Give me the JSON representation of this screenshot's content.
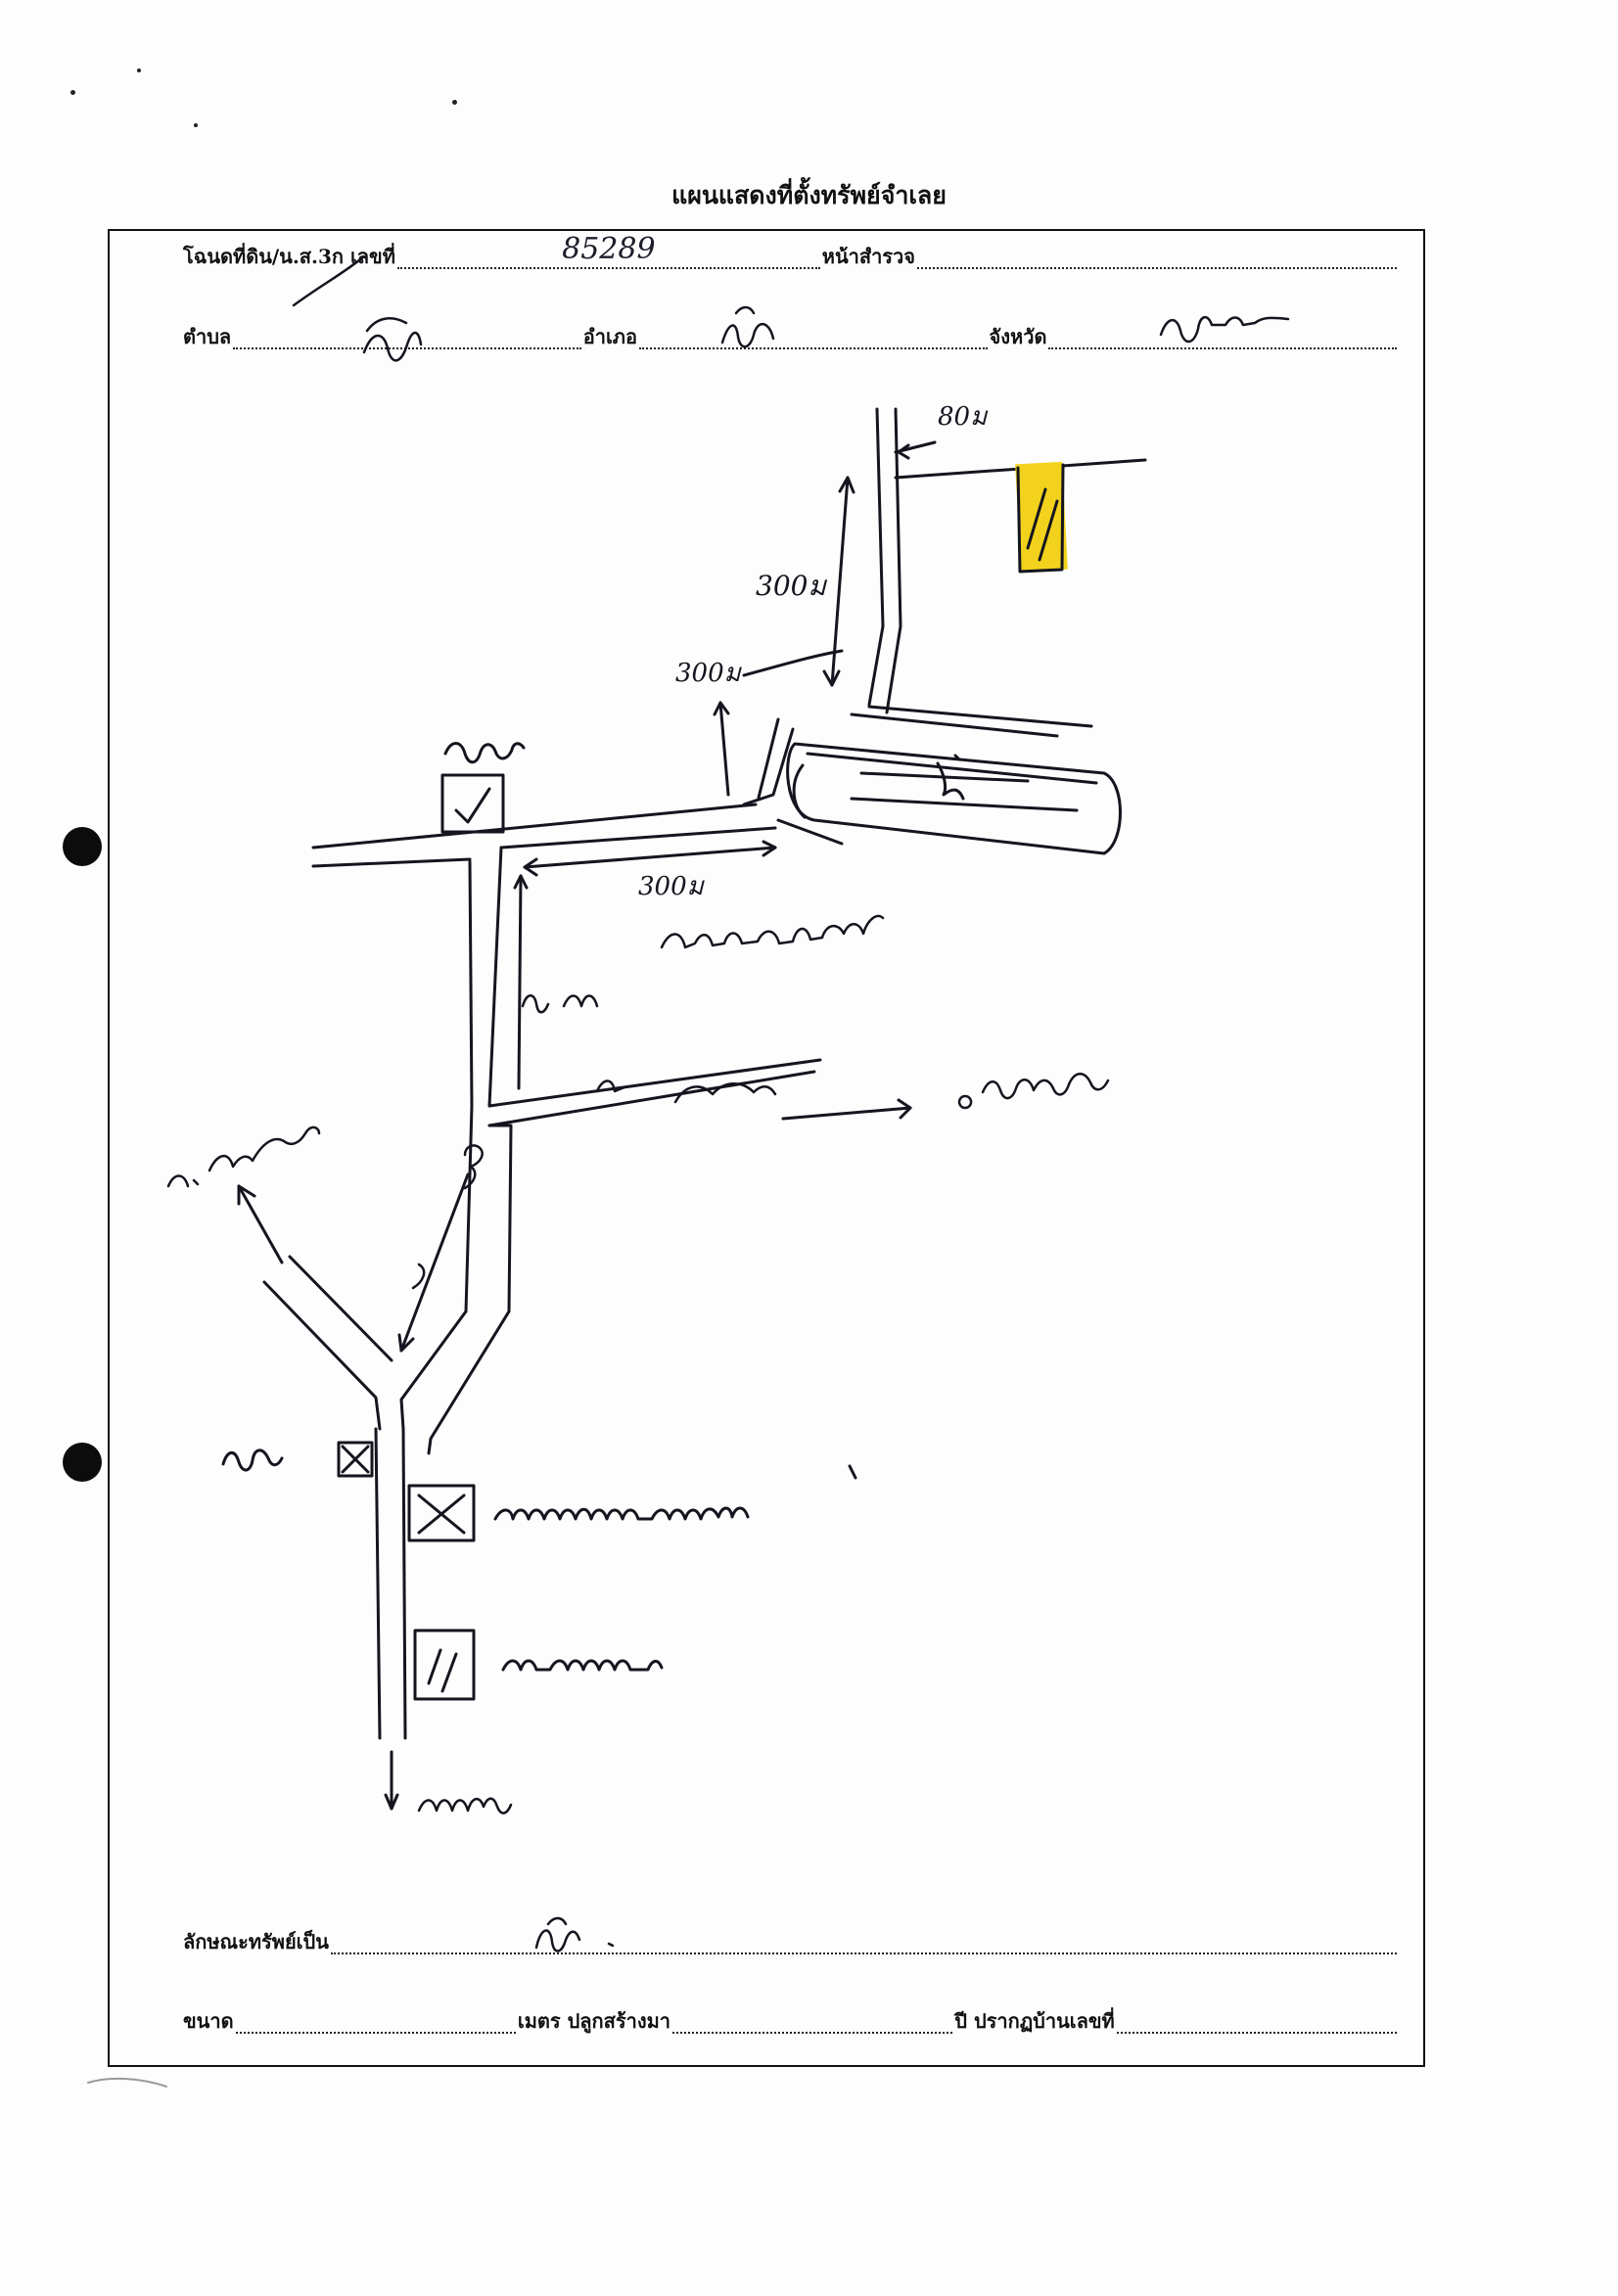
{
  "title": "แผนแสดงที่ตั้งทรัพย์จำเลย",
  "form": {
    "deed_label": "โฉนดที่ดิน/น.ส.3ก เลขที่",
    "deed_number": "85289",
    "survey_page_label": "หน้าสำรวจ",
    "tambon_label": "ตำบล",
    "amphoe_label": "อำเภอ",
    "province_label": "จังหวัด",
    "property_kind_label": "ลักษณะทรัพย์เป็น",
    "size_label": "ขนาด",
    "meter_built_label": "เมตร ปลูกสร้างมา",
    "year_house_label": "ปี ปรากฏบ้านเลขที่"
  },
  "map": {
    "distances": [
      "80ม",
      "300ม",
      "300ม",
      "300ม"
    ],
    "colors": {
      "ink": "#15151f",
      "target_highlight": "#f2d21c"
    },
    "icons": [
      "arrow-icon",
      "target-plot",
      "landmark-box",
      "lake-shape"
    ]
  }
}
